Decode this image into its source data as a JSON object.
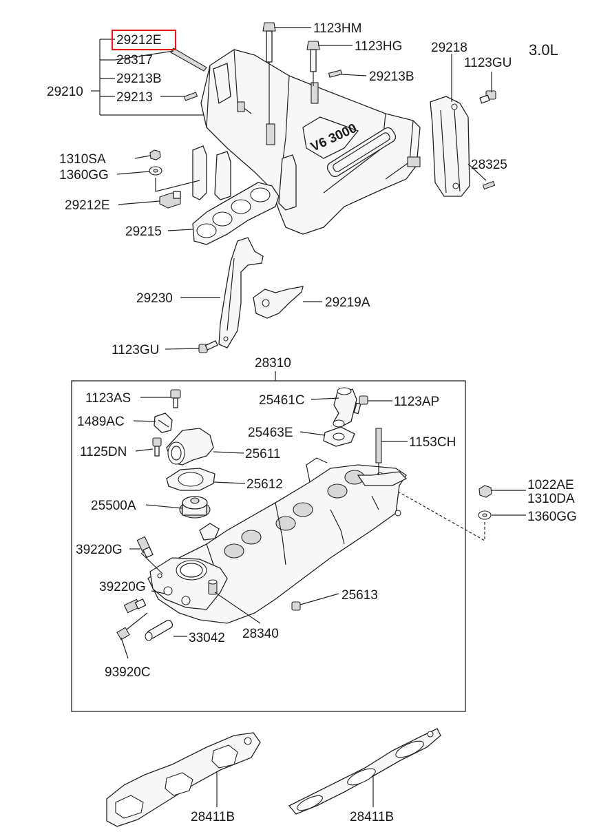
{
  "diagram": {
    "variant": "3.0L",
    "highlighted_part": "29212E",
    "highlight_color": "#e0191c",
    "emblem_text": "V6 3000",
    "labels": {
      "p29212E_top": "29212E",
      "p28317": "28317",
      "p29213B_left": "29213B",
      "p29213": "29213",
      "p29210": "29210",
      "p1123HM": "1123HM",
      "p1123HG": "1123HG",
      "p29213B_right": "29213B",
      "p29218": "29218",
      "p1123GU_top": "1123GU",
      "p28325": "28325",
      "p1310SA": "1310SA",
      "p1360GG_top": "1360GG",
      "p29212E_lower": "29212E",
      "p29215": "29215",
      "p29230": "29230",
      "p29219A": "29219A",
      "p1123GU_lower": "1123GU",
      "p28310": "28310",
      "p1123AS": "1123AS",
      "p25461C": "25461C",
      "p1123AP": "1123AP",
      "p1489AC": "1489AC",
      "p25463E": "25463E",
      "p1153CH": "1153CH",
      "p1125DN": "1125DN",
      "p25611": "25611",
      "p25612": "25612",
      "p1022AE": "1022AE",
      "p1310DA": "1310DA",
      "p25500A": "25500A",
      "p1360GG_right": "1360GG",
      "p39220G_a": "39220G",
      "p39220G_b": "39220G",
      "p25613": "25613",
      "p28340": "28340",
      "p33042": "33042",
      "p93920C": "93920C",
      "p28411B_left": "28411B",
      "p28411B_right": "28411B"
    }
  }
}
